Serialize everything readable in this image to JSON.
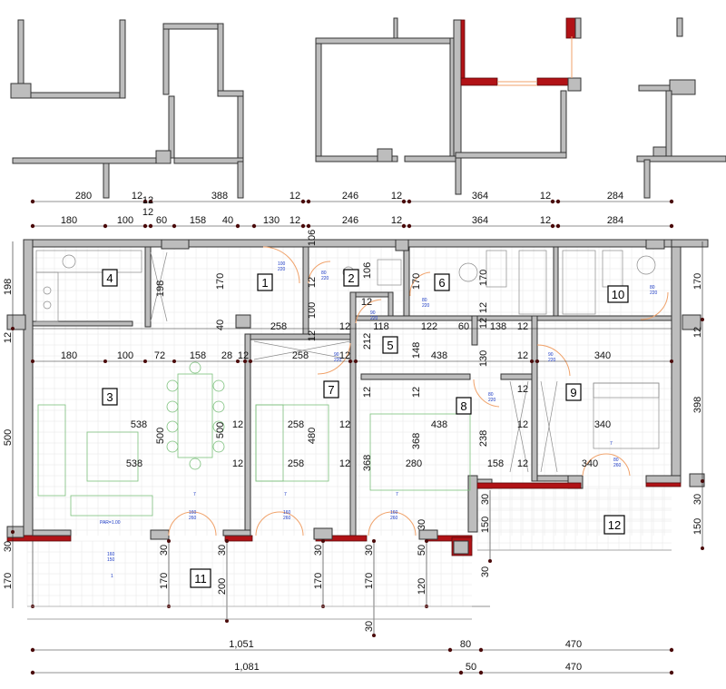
{
  "rooms": [
    "1",
    "2",
    "3",
    "4",
    "5",
    "6",
    "7",
    "8",
    "9",
    "10",
    "11",
    "12"
  ],
  "dims_top_row1": [
    "280",
    "12",
    "388",
    "12",
    "246",
    "12",
    "364",
    "12",
    "284"
  ],
  "dims_top_row2": [
    "180",
    "100",
    "12",
    "60",
    "158",
    "40",
    "130",
    "12",
    "246",
    "12",
    "364",
    "12",
    "284"
  ],
  "dims_top_row2_extra": "12",
  "dims_bottom_row1": [
    "1,051",
    "80",
    "470"
  ],
  "dims_bottom_row2": [
    "1,081",
    "50",
    "470"
  ],
  "left_dims": [
    "198",
    "12",
    "500",
    "30",
    "170"
  ],
  "right_dims": [
    "170",
    "12",
    "398",
    "30",
    "150"
  ],
  "inner_dims": {
    "kitchen_h": "198",
    "corr_h": "170",
    "r1_a": "12",
    "r1_b": "100",
    "r1_c": "40",
    "r1_d": "106",
    "r2_h": "106",
    "r2_w": "12",
    "r5_a": "12",
    "r5_b": "118",
    "r5_c": "212",
    "r5_d": "148",
    "r6_a": "170",
    "r6_b": "122",
    "r6_c": "60",
    "r6_d": "138",
    "r6_e": "12",
    "r6_f": "12",
    "r6_g": "130",
    "lower_row_a": "180",
    "lower_row_b": "100",
    "lower_row_c": "72",
    "lower_row_d": "158",
    "lower_row_e": "28",
    "lower_row_f": "12",
    "lower_row_g": "258",
    "lower_row_h": "12",
    "lower_row_i": "438",
    "lower_row_j": "12",
    "lower_row_k": "340",
    "mid_258": "258",
    "mid_12a": "12",
    "r3_w1": "538",
    "r3_w2": "538",
    "r3_h": "500",
    "r3_h2": "500",
    "r7_w1": "258",
    "r7_w2": "258",
    "r7_h": "480",
    "r7_12a": "12",
    "r7_12b": "12",
    "r7_12c": "12",
    "r7_12d": "12",
    "r8_w1": "438",
    "r8_w2": "280",
    "r8_h": "368",
    "r8_h2": "368",
    "r8_12a": "12",
    "r8_12b": "12",
    "r8_238": "238",
    "r8_158": "158",
    "r8_12c": "12",
    "r8_12d": "12",
    "r9_w": "340",
    "r9_w2": "340",
    "r9_12": "12",
    "bal_30a": "30",
    "bal_30b": "30",
    "bal_30c": "30",
    "bal_30d": "30",
    "bal_30e": "30",
    "bal_50": "50",
    "bal_30f": "30",
    "bal_170a": "170",
    "bal_170b": "170",
    "bal_200": "200",
    "bal_170c": "170",
    "bal_170d": "170",
    "bal_120": "120",
    "bal_150": "150",
    "bal_30g": "30",
    "bal_30h": "30"
  },
  "small_labels": {
    "d1": "100\n220",
    "d2": "80\n220",
    "d3": "90\n220",
    "d4": "80\n220",
    "d5": "90\n220",
    "d6": "90\n220",
    "d7": "80\n220",
    "d8": "80\n220",
    "win1": "160\n260",
    "win2": "160\n260",
    "win3": "160\n260",
    "win4": "80\n260",
    "par": "PAR=1.00",
    "bal_win": "160\n150",
    "seven": "7",
    "one": "1"
  },
  "colors": {
    "wall": "#bdbdbd",
    "wall_exterior_red": "#b11216",
    "door_swing": "#f0a26a",
    "furniture": "#7cc07c",
    "annotation": "#1a39c4"
  }
}
